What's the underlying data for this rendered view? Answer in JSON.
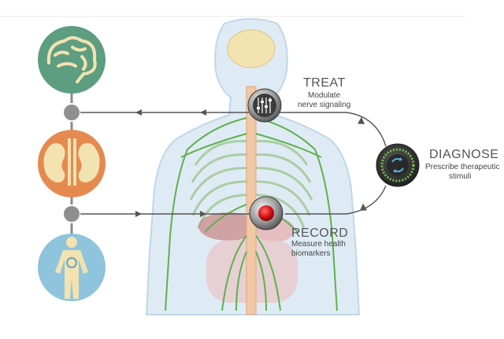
{
  "treat": {
    "title": "TREAT",
    "desc_line1": "Modulate",
    "desc_line2": "nerve signaling"
  },
  "record": {
    "title": "RECORD",
    "desc_line1": "Measure health",
    "desc_line2": "biomarkers"
  },
  "diagnose": {
    "title": "DIAGNOSE",
    "desc_line1": "Prescribe therapeutic",
    "desc_line2": "stimuli"
  },
  "organs": [
    "brain-icon",
    "kidney-icon",
    "body-icon"
  ],
  "colors": {
    "brain_bg": "#5d9e80",
    "kidney_bg": "#e58a4f",
    "body_bg": "#8ec4dc",
    "nerves": "#5fb04f",
    "spine": "#f1c8a3",
    "record_dot": "#d41616",
    "connector": "#555555",
    "node": "#8f8f8f"
  }
}
